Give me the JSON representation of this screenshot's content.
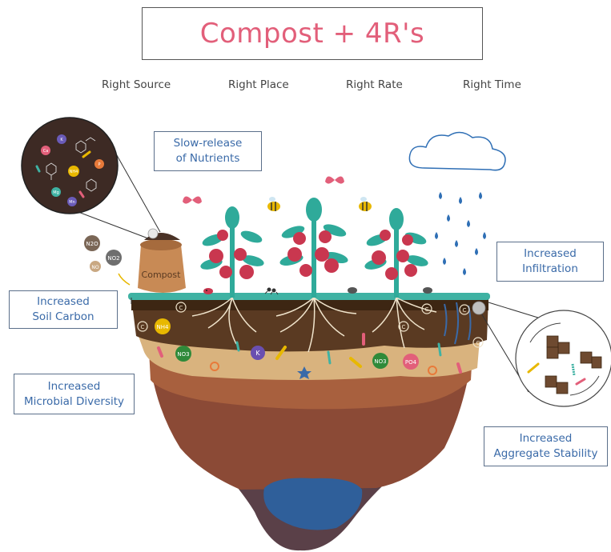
{
  "title": "Compost + 4R's",
  "rules": [
    "Right Source",
    "Right Place",
    "Right Rate",
    "Right Time"
  ],
  "labels": {
    "slow_release": "Slow-release\nof Nutrients",
    "infiltration": "Increased\nInfiltration",
    "soil_carbon": "Increased\nSoil Carbon",
    "microbial": "Increased\nMicrobial Diversity",
    "aggregate": "Increased\nAggregate Stability"
  },
  "compost_label": "Compost",
  "gases": [
    "N2O",
    "NO2",
    "NO"
  ],
  "nutrient_tokens": [
    "NH4",
    "NO3",
    "K",
    "NO3",
    "PO4"
  ],
  "carbon_symbol": "C",
  "zoom_circle_tokens": [
    "Ca",
    "K",
    "Mg",
    "Mn",
    "NH4",
    "P"
  ],
  "colors": {
    "title": "#e25f7a",
    "label_text": "#3a6aa8",
    "plant": "#2faa9a",
    "tomato": "#c9374f",
    "rain": "#2f6fb5",
    "topsoil": "#5a3a22",
    "water": "#2f5f9a"
  },
  "icons": [
    "cloud-icon",
    "bee-icon",
    "butterfly-icon",
    "ladybug-icon",
    "ant-icon",
    "beetle-icon",
    "worm-icon",
    "raindrop-icon"
  ]
}
